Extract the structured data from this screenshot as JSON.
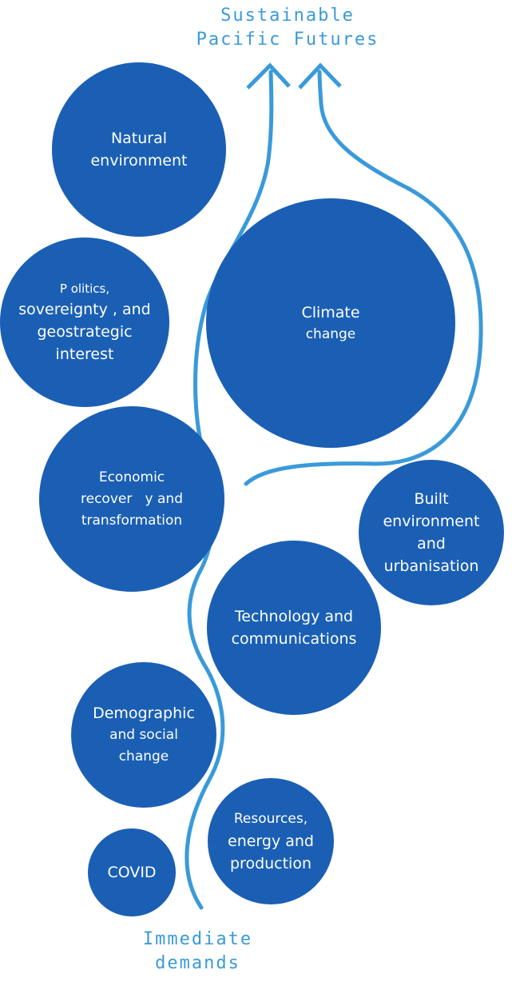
{
  "headings": {
    "top_line1": "Sustainable",
    "top_line2": "Pacific Futures",
    "bottom_line1": "Immediate",
    "bottom_line2": "demands"
  },
  "colors": {
    "circle_fill": "#1a5fb4",
    "arrow_stroke": "#3a9ad9",
    "heading_text": "#3a9ad9",
    "circle_text": "#ffffff"
  },
  "circles": {
    "natural": {
      "line1": "Natural",
      "line2": "environment"
    },
    "politics": {
      "line1": "P olitics,",
      "line2": "sovereignty , and",
      "line3": "geostrategic",
      "line4": "interest"
    },
    "climate": {
      "line1": "Climate",
      "line2": "change"
    },
    "economic": {
      "line1": "Economic",
      "line2": "recover   y and",
      "line3": "transformation"
    },
    "built": {
      "line1": "Built",
      "line2": "environment",
      "line3": "and",
      "line4": "urbanisation"
    },
    "tech": {
      "line1": "Technology and",
      "line2": "communications"
    },
    "demo": {
      "line1": "Demographic",
      "line2": "and social",
      "line3": "change"
    },
    "resources": {
      "line1": "Resources,",
      "line2": "energy and",
      "line3": "production"
    },
    "covid": {
      "line1": "COVID"
    }
  }
}
